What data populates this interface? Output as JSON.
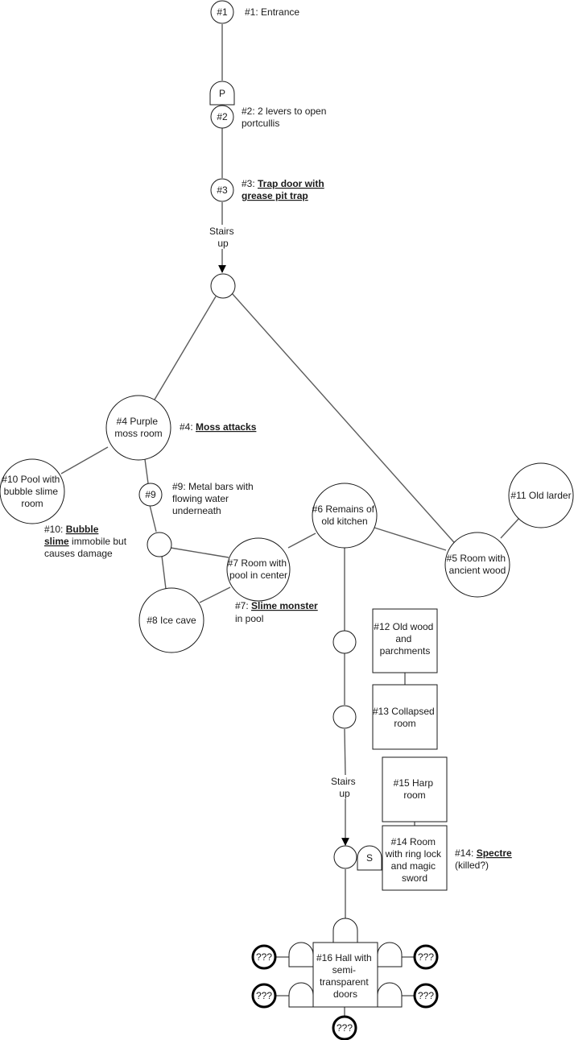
{
  "nodes": {
    "n1": "#1",
    "n2": "#2",
    "n3": "#3",
    "n4": [
      "#4 Purple",
      "moss room"
    ],
    "n5": [
      "#5 Room with",
      "ancient wood"
    ],
    "n6": [
      "#6 Remains of",
      "old kitchen"
    ],
    "n7": [
      "#7 Room with",
      "pool in center"
    ],
    "n8": "#8 Ice cave",
    "n9": "#9",
    "n10": [
      "#10 Pool with",
      "bubble slime",
      "room"
    ],
    "n11": "#11 Old larder",
    "n12": [
      "#12 Old wood",
      "and",
      "parchments"
    ],
    "n13": [
      "#13 Collapsed",
      "room"
    ],
    "n14": [
      "#14 Room",
      "with ring lock",
      "and magic",
      "sword"
    ],
    "n15": [
      "#15 Harp",
      "room"
    ],
    "n16": [
      "#16 Hall with",
      "semi-",
      "transparent",
      "doors"
    ],
    "unknown": "???"
  },
  "doors": {
    "portcullis": "P",
    "secret": "S"
  },
  "edge_labels": {
    "stairs_a": [
      "Stairs",
      "up"
    ],
    "stairs_b": [
      "Stairs",
      "up"
    ]
  },
  "notes": {
    "n1": "#1: Entrance",
    "n2": [
      "#2: 2 levers to open",
      "portcullis"
    ],
    "n3": {
      "prefix": "#3: ",
      "key1": "Trap door with",
      "key2": "grease pit trap"
    },
    "n4": {
      "prefix": "#4: ",
      "key": "Moss attacks"
    },
    "n9": [
      "#9: Metal bars with",
      "flowing water",
      "underneath"
    ],
    "n10": {
      "prefix": "#10: ",
      "key1": "Bubble",
      "key2": "slime",
      "rest2": " immobile but",
      "line3": "causes damage"
    },
    "n7": {
      "prefix": "#7: ",
      "key": "Slime monster",
      "line2": "in pool"
    },
    "n14": {
      "prefix": "#14: ",
      "key": "Spectre",
      "line2": "(killed?)"
    }
  }
}
